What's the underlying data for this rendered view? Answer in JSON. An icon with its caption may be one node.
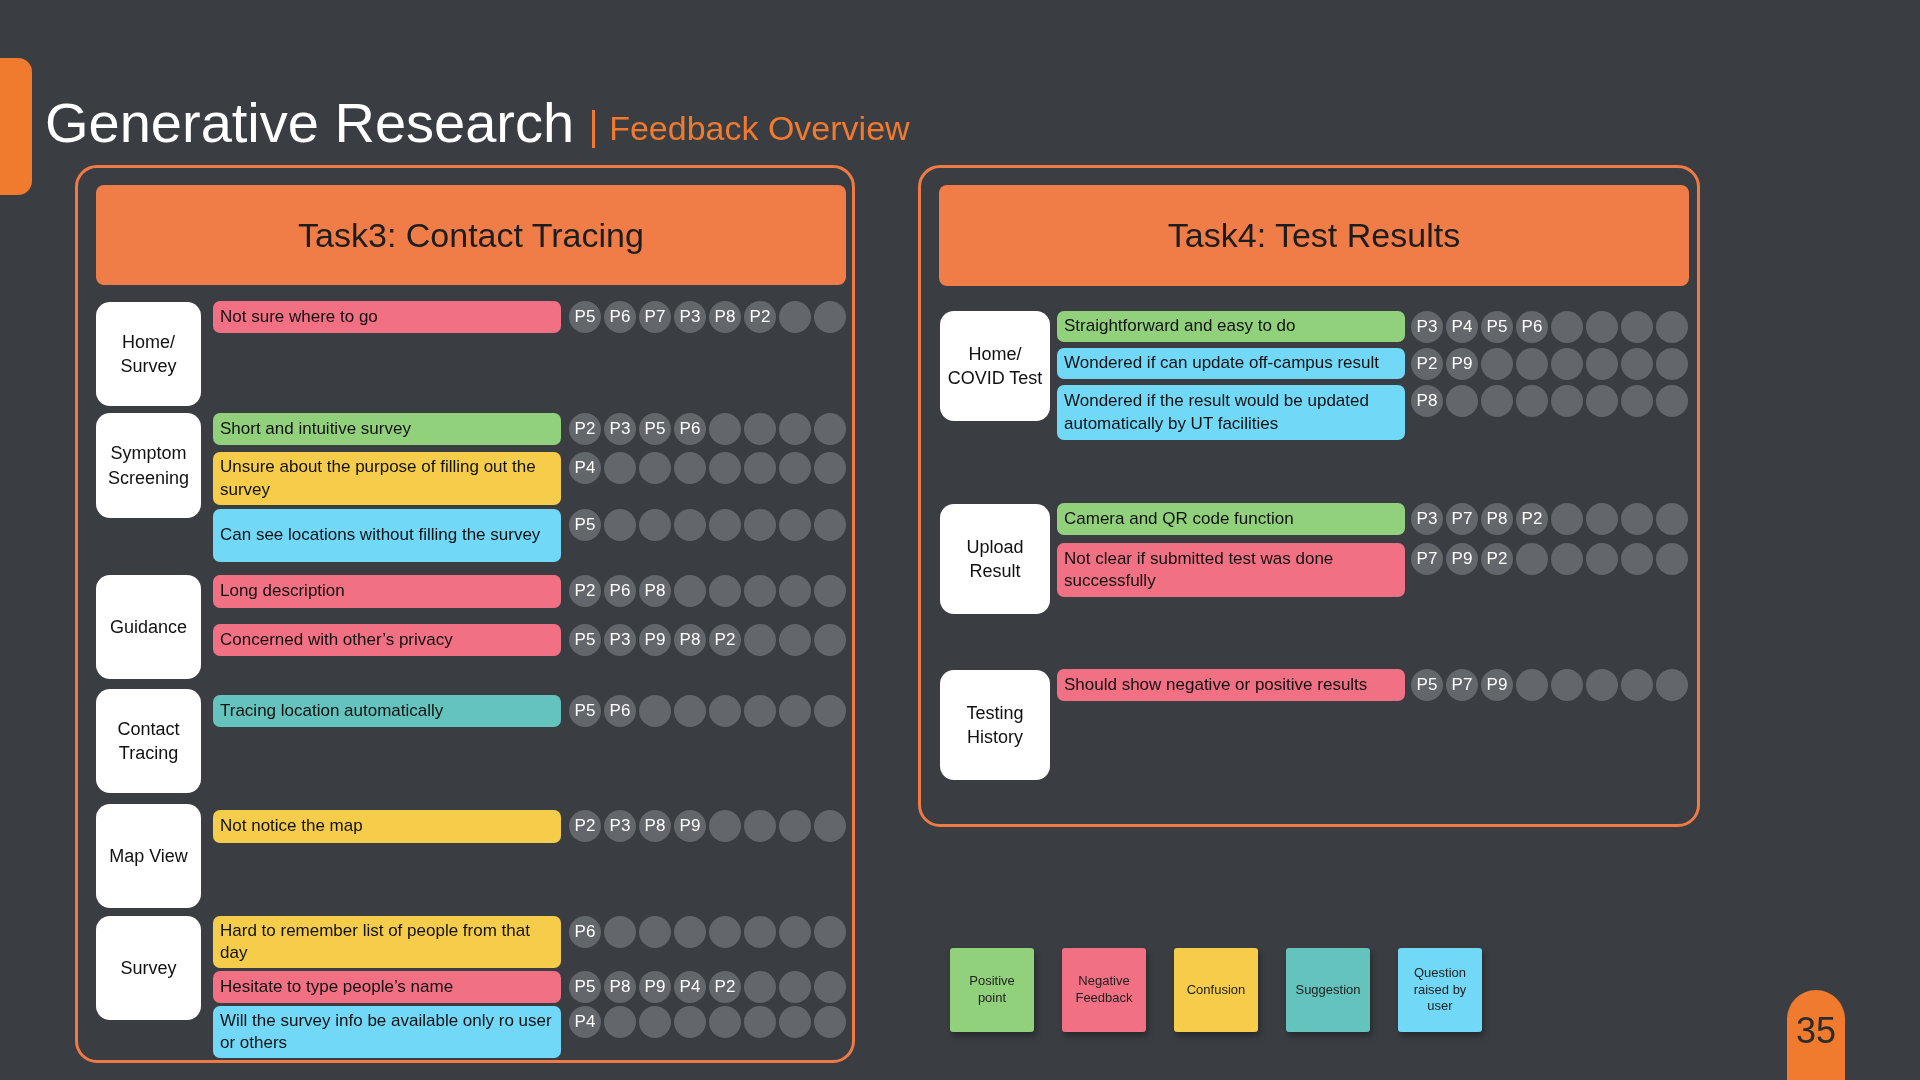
{
  "diagram": {
    "title": "Generative Research",
    "nodes": [
      {
        "text": [
          "Task3: Contact Tracing"
        ]
      },
      {
        "text": [
          "Home/ Survey"
        ],
        "in": 0
      },
      {
        "text": [
          "Not sure where to go"
        ],
        "in": 0
      },
      {
        "text": [
          "P5"
        ],
        "in": 0
      },
      {
        "text": [
          "P6"
        ],
        "in": 0
      },
      {
        "text": [
          "P7"
        ],
        "in": 0
      },
      {
        "text": [
          "P3"
        ],
        "in": 0
      },
      {
        "text": [
          "P8"
        ],
        "in": 0
      },
      {
        "text": [
          "P2"
        ],
        "in": 0
      },
      {
        "text": [],
        "shape": "circle",
        "in": 0
      },
      {
        "text": [],
        "shape": "circle",
        "in": 0
      },
      {
        "text": [
          "Symptom Screening"
        ],
        "in": 0
      },
      {
        "text": [
          "Short and intuitive survey"
        ],
        "in": 0
      },
      {
        "text": [
          "P2"
        ],
        "in": 0
      },
      {
        "text": [
          "P3"
        ],
        "in": 0
      },
      {
        "text": [
          "P5"
        ],
        "in": 0
      },
      {
        "text": [
          "P6"
        ],
        "in": 0
      },
      {
        "text": [],
        "shape": "circle",
        "in": 0
      },
      {
        "text": [],
        "shape": "circle",
        "in": 0
      },
      {
        "text": [],
        "shape": "circle",
        "in": 0
      },
      {
        "text": [],
        "shape": "circle",
        "in": 0
      },
      {
        "text": [
          "Unsure about the purpose of filling out the survey"
        ],
        "in": 0
      },
      {
        "text": [
          "P4"
        ],
        "in": 0
      },
      {
        "text": [],
        "shape": "circle",
        "in": 0
      },
      {
        "text": [],
        "shape": "circle",
        "in": 0
      },
      {
        "text": [],
        "shape": "circle",
        "in": 0
      },
      {
        "text": [],
        "shape": "circle",
        "in": 0
      },
      {
        "text": [],
        "shape": "circle",
        "in": 0
      },
      {
        "text": [],
        "shape": "circle",
        "in": 0
      },
      {
        "text": [],
        "shape": "circle",
        "in": 0
      },
      {
        "text": [
          "Can see locations without filling the survey"
        ],
        "in": 0
      },
      {
        "text": [
          "P5"
        ],
        "in": 0
      },
      {
        "text": [],
        "shape": "circle",
        "in": 0
      },
      {
        "text": [],
        "shape": "circle",
        "in": 0
      },
      {
        "text": [],
        "shape": "circle",
        "in": 0
      },
      {
        "text": [],
        "shape": "circle",
        "in": 0
      },
      {
        "text": [],
        "shape": "circle",
        "in": 0
      },
      {
        "text": [],
        "shape": "circle",
        "in": 0
      },
      {
        "text": [],
        "shape": "circle",
        "in": 0
      },
      {
        "text": [
          "Guidance"
        ],
        "in": 0
      },
      {
        "text": [
          "Long description"
        ],
        "in": 0
      },
      {
        "text": [
          "P2"
        ],
        "in": 0
      },
      {
        "text": [
          "P6"
        ],
        "in": 0
      },
      {
        "text": [
          "P8"
        ],
        "in": 0
      },
      {
        "text": [],
        "shape": "circle",
        "in": 0
      },
      {
        "text": [],
        "shape": "circle",
        "in": 0
      },
      {
        "text": [],
        "shape": "circle",
        "in": 0
      },
      {
        "text": [],
        "shape": "circle",
        "in": 0
      },
      {
        "text": [],
        "shape": "circle",
        "in": 0
      },
      {
        "text": [
          "Concerned with other’s privacy"
        ],
        "in": 0
      },
      {
        "text": [
          "P5"
        ],
        "in": 0
      },
      {
        "text": [
          "P3"
        ],
        "in": 0
      },
      {
        "text": [
          "P9"
        ],
        "in": 0
      },
      {
        "text": [
          "P8"
        ],
        "in": 0
      },
      {
        "text": [
          "P2"
        ],
        "in": 0
      },
      {
        "text": [],
        "shape": "circle",
        "in": 0
      },
      {
        "text": [],
        "shape": "circle",
        "in": 0
      },
      {
        "text": [],
        "shape": "circle",
        "in": 0
      },
      {
        "text": [
          "Contact Tracing"
        ],
        "in": 0
      },
      {
        "text": [
          "Tracing location automatically"
        ],
        "in": 0
      },
      {
        "text": [
          "P5"
        ],
        "in": 0
      },
      {
        "text": [
          "P6"
        ],
        "in": 0
      },
      {
        "text": [],
        "shape": "circle",
        "in": 0
      },
      {
        "text": [],
        "shape": "circle",
        "in": 0
      },
      {
        "text": [],
        "shape": "circle",
        "in": 0
      },
      {
        "text": [],
        "shape": "circle",
        "in": 0
      },
      {
        "text": [],
        "shape": "circle",
        "in": 0
      },
      {
        "text": [],
        "shape": "circle",
        "in": 0
      },
      {
        "text": [
          "Map View"
        ],
        "in": 0
      },
      {
        "text": [
          "Not notice the map"
        ],
        "in": 0
      },
      {
        "text": [
          "P2"
        ],
        "in": 0
      },
      {
        "text": [
          "P3"
        ],
        "in": 0
      },
      {
        "text": [
          "P8"
        ],
        "in": 0
      },
      {
        "text": [
          "P9"
        ],
        "in": 0
      },
      {
        "text": [],
        "shape": "circle",
        "in": 0
      },
      {
        "text": [],
        "shape": "circle",
        "in": 0
      },
      {
        "text": [],
        "shape": "circle",
        "in": 0
      },
      {
        "text": [],
        "shape": "circle",
        "in": 0
      },
      {
        "text": [
          "Survey"
        ],
        "in": 0
      },
      {
        "text": [
          "Hard to remember list of people from that day"
        ],
        "in": 0
      },
      {
        "text": [
          "P6"
        ],
        "in": 0
      },
      {
        "text": [],
        "shape": "circle",
        "in": 0
      },
      {
        "text": [],
        "shape": "circle",
        "in": 0
      },
      {
        "text": [],
        "shape": "circle",
        "in": 0
      },
      {
        "text": [],
        "shape": "circle",
        "in": 0
      },
      {
        "text": [],
        "shape": "circle",
        "in": 0
      },
      {
        "text": [],
        "shape": "circle",
        "in": 0
      },
      {
        "text": [],
        "shape": "circle",
        "in": 0
      },
      {
        "text": [
          "Hesitate to type people’s name"
        ],
        "in": 0
      },
      {
        "text": [
          "P5"
        ],
        "in": 0
      },
      {
        "text": [
          "P8"
        ],
        "in": 0
      },
      {
        "text": [
          "P9"
        ],
        "in": 0
      },
      {
        "text": [
          "P4"
        ],
        "in": 0
      },
      {
        "text": [
          "P2"
        ],
        "in": 0
      },
      {
        "text": [],
        "shape": "circle",
        "in": 0
      },
      {
        "text": [],
        "shape": "circle",
        "in": 0
      },
      {
        "text": [],
        "shape": "circle",
        "in": 0
      },
      {
        "text": [
          "Will the survey info be available only ro user or others"
        ],
        "in": 0
      },
      {
        "text": [
          "P4"
        ],
        "in": 0
      },
      {
        "text": [],
        "shape": "circle",
        "in": 0
      },
      {
        "text": [],
        "shape": "circle",
        "in": 0
      },
      {
        "text": [],
        "shape": "circle",
        "in": 0
      },
      {
        "text": [],
        "shape": "circle",
        "in": 0
      },
      {
        "text": [],
        "shape": "circle",
        "in": 0
      },
      {
        "text": [],
        "shape": "circle",
        "in": 0
      },
      {
        "text": [],
        "shape": "circle",
        "in": 0
      },
      {
        "text": [
          "Task4: Test Results"
        ]
      },
      {
        "text": [
          "Home/ COVID Test"
        ],
        "in": 106
      },
      {
        "text": [
          "Straightforward and easy to do"
        ],
        "in": 106
      },
      {
        "text": [
          "P3"
        ],
        "in": 106
      },
      {
        "text": [
          "P4"
        ],
        "in": 106
      },
      {
        "text": [
          "P5"
        ],
        "in": 106
      },
      {
        "text": [
          "P6"
        ],
        "in": 106
      },
      {
        "text": [],
        "shape": "circle",
        "in": 106
      },
      {
        "text": [],
        "shape": "circle",
        "in": 106
      },
      {
        "text": [],
        "shape": "circle",
        "in": 106
      },
      {
        "text": [],
        "shape": "circle",
        "in": 106
      },
      {
        "text": [
          "Wondered if can update off-campus result"
        ],
        "in": 106
      },
      {
        "text": [
          "P2"
        ],
        "in": 106
      },
      {
        "text": [
          "P9"
        ],
        "in": 106
      },
      {
        "text": [],
        "shape": "circle",
        "in": 106
      },
      {
        "text": [],
        "shape": "circle",
        "in": 106
      },
      {
        "text": [],
        "shape": "circle",
        "in": 106
      },
      {
        "text": [],
        "shape": "circle",
        "in": 106
      },
      {
        "text": [],
        "shape": "circle",
        "in": 106
      },
      {
        "text": [],
        "shape": "circle",
        "in": 106
      },
      {
        "text": [
          "Wondered if the result would be updated automatically by UT facilities"
        ],
        "in": 106
      },
      {
        "text": [
          "P8"
        ],
        "in": 106
      },
      {
        "text": [],
        "shape": "circle",
        "in": 106
      },
      {
        "text": [],
        "shape": "circle",
        "in": 106
      },
      {
        "text": [],
        "shape": "circle",
        "in": 106
      },
      {
        "text": [],
        "shape": "circle",
        "in": 106
      },
      {
        "text": [],
        "shape": "circle",
        "in": 106
      },
      {
        "text": [],
        "shape": "circle",
        "in": 106
      },
      {
        "text": [],
        "shape": "circle",
        "in": 106
      },
      {
        "text": [
          "Upload Result"
        ],
        "in": 106
      },
      {
        "text": [
          "Camera and QR code function"
        ],
        "in": 106
      },
      {
        "text": [
          "P3"
        ],
        "in": 106
      },
      {
        "text": [
          "P7"
        ],
        "in": 106
      },
      {
        "text": [
          "P8"
        ],
        "in": 106
      },
      {
        "text": [
          "P2"
        ],
        "in": 106
      },
      {
        "text": [],
        "shape": "circle",
        "in": 106
      },
      {
        "text": [],
        "shape": "circle",
        "in": 106
      },
      {
        "text": [],
        "shape": "circle",
        "in": 106
      },
      {
        "text": [],
        "shape": "circle",
        "in": 106
      },
      {
        "text": [
          "Not clear if submitted test was done successfully"
        ],
        "in": 106
      },
      {
        "text": [
          "P7"
        ],
        "in": 106
      },
      {
        "text": [
          "P9"
        ],
        "in": 106
      },
      {
        "text": [
          "P2"
        ],
        "in": 106
      },
      {
        "text": [],
        "shape": "circle",
        "in": 106
      },
      {
        "text": [],
        "shape": "circle",
        "in": 106
      },
      {
        "text": [],
        "shape": "circle",
        "in": 106
      },
      {
        "text": [],
        "shape": "circle",
        "in": 106
      },
      {
        "text": [],
        "shape": "circle",
        "in": 106
      },
      {
        "text": [
          "Testing History"
        ],
        "in": 106
      },
      {
        "text": [
          "Should show negative or positive results"
        ],
        "in": 106
      },
      {
        "text": [
          "P5"
        ],
        "in": 106
      },
      {
        "text": [
          "P7"
        ],
        "in": 106
      },
      {
        "text": [
          "P9"
        ],
        "in": 106
      },
      {
        "text": [],
        "shape": "circle",
        "in": 106
      },
      {
        "text": [],
        "shape": "circle",
        "in": 106
      },
      {
        "text": [],
        "shape": "circle",
        "in": 106
      },
      {
        "text": [],
        "shape": "circle",
        "in": 106
      },
      {
        "text": [],
        "shape": "circle",
        "in": 106
      }
    ],
    "edges": [],
    "labels": [
      "Feedback Overview",
      "35"
    ],
    "legend": [
      {
        "text": "Positive point",
        "color": "#92d17c"
      },
      {
        "text": "Negative Feedback",
        "color": "#f27083"
      },
      {
        "text": "Confusion",
        "color": "#f5cd4b"
      },
      {
        "text": "Suggestion",
        "color": "#64c3bd"
      },
      {
        "text": "Question raised by user",
        "color": "#72d8f8"
      }
    ]
  }
}
